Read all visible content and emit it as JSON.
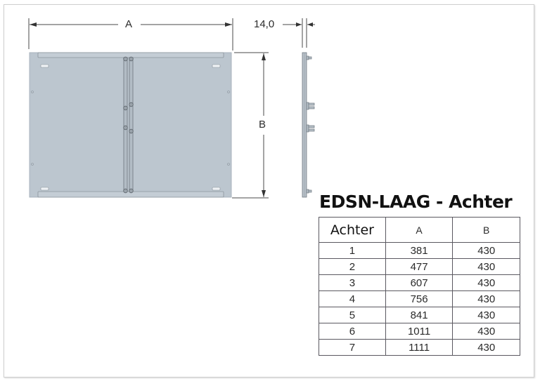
{
  "drawing": {
    "dimension_width_label": "A",
    "dimension_height_label": "B",
    "dimension_thickness_label": "14,0",
    "panel_color": "#bcc6cf",
    "line_color": "#555555"
  },
  "title": "EDSN-LAAG - Achter",
  "table": {
    "headers": [
      "Achter",
      "A",
      "B"
    ],
    "rows": [
      [
        "1",
        "381",
        "430"
      ],
      [
        "2",
        "477",
        "430"
      ],
      [
        "3",
        "607",
        "430"
      ],
      [
        "4",
        "756",
        "430"
      ],
      [
        "5",
        "841",
        "430"
      ],
      [
        "6",
        "1011",
        "430"
      ],
      [
        "7",
        "1111",
        "430"
      ]
    ]
  }
}
